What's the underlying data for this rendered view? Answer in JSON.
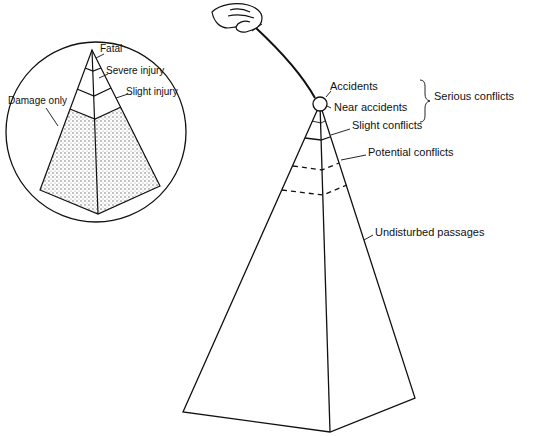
{
  "diagram": {
    "labels": [
      "Fatal",
      "Severe injury",
      "Slight injury",
      "Damage only",
      "Accidents",
      "Near accidents",
      "Serious conflicts",
      "Slight conflicts",
      "Potential conflicts",
      "Undisturbed passages"
    ]
  }
}
